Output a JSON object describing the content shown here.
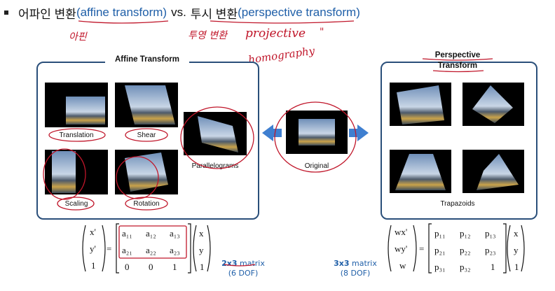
{
  "header": {
    "korean_affine": "어파인 변환",
    "affine_en": "(affine transform)",
    "vs": "vs.",
    "korean_persp": "투시 변환",
    "persp_en": "(perspective transform)"
  },
  "handwriting": {
    "affine_kr": "아핀",
    "persp_kr": "투영 변환",
    "projective": "projective",
    "homography": "homography",
    "ditto": "\""
  },
  "affine_box": {
    "title": "Affine Transform",
    "labels": {
      "translation": "Translation",
      "shear": "Shear",
      "parallelograms": "Parallelograms",
      "scaling": "Scaling",
      "rotation": "Rotation"
    }
  },
  "original": {
    "label": "Original"
  },
  "perspective_box": {
    "title_line1": "Perspective",
    "title_line2": "Transform",
    "label": "Trapazoids"
  },
  "affine_matrix": {
    "lhs": [
      "x'",
      "y'",
      "1"
    ],
    "m": [
      [
        "a₁₁",
        "a₁₂",
        "a₁₃"
      ],
      [
        "a₂₁",
        "a₂₂",
        "a₂₃"
      ],
      [
        "0",
        "0",
        "1"
      ]
    ],
    "rhs": [
      "x",
      "y",
      "1"
    ],
    "note_bold": "2x3",
    "note_rest": " matrix",
    "dof": "(6 DOF)"
  },
  "persp_matrix": {
    "lhs": [
      "wx'",
      "wy'",
      "w"
    ],
    "m": [
      [
        "p₁₁",
        "p₁₂",
        "p₁₃"
      ],
      [
        "p₂₁",
        "p₂₂",
        "p₂₃"
      ],
      [
        "p₃₁",
        "p₃₂",
        "1"
      ]
    ],
    "rhs": [
      "x",
      "y",
      "1"
    ],
    "note_bold": "3x3",
    "note_rest": " matrix",
    "dof": "(8 DOF)"
  },
  "colors": {
    "box_border": "#2a4f7a",
    "accent": "#1f5fa8",
    "ink": "#c0162a",
    "arrow": "#3f7fd0"
  },
  "icons": [
    "double-arrow-left-icon",
    "double-arrow-right-icon"
  ]
}
